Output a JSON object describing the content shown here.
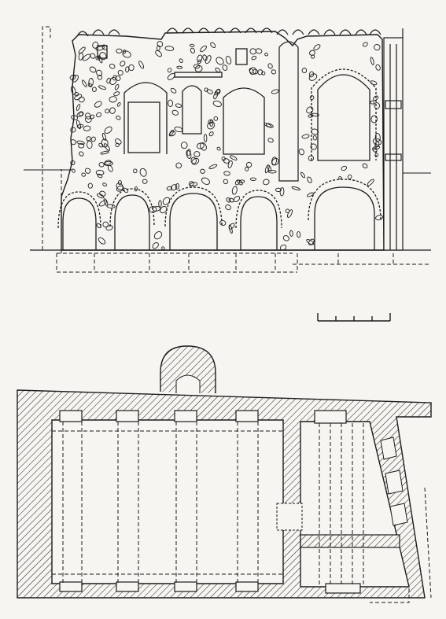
{
  "figure": {
    "kind": "architectural-survey-drawing",
    "views": [
      "elevation",
      "plan"
    ],
    "ink_color": "#1c1c1c",
    "paper_color": "#f6f5f1",
    "printed_text": []
  },
  "elevation": {
    "arch_openings_lower": 5,
    "arched_windows_upper": 3,
    "rectangular_window_upper": 1,
    "merlons_on_parapet": 17
  },
  "scale_bar": {
    "divisions": 4,
    "labels": []
  },
  "plan": {
    "rooms": 2,
    "apse": 1,
    "left_hall_dashed_bays": 4,
    "right_room_dashed_bays": 3
  }
}
